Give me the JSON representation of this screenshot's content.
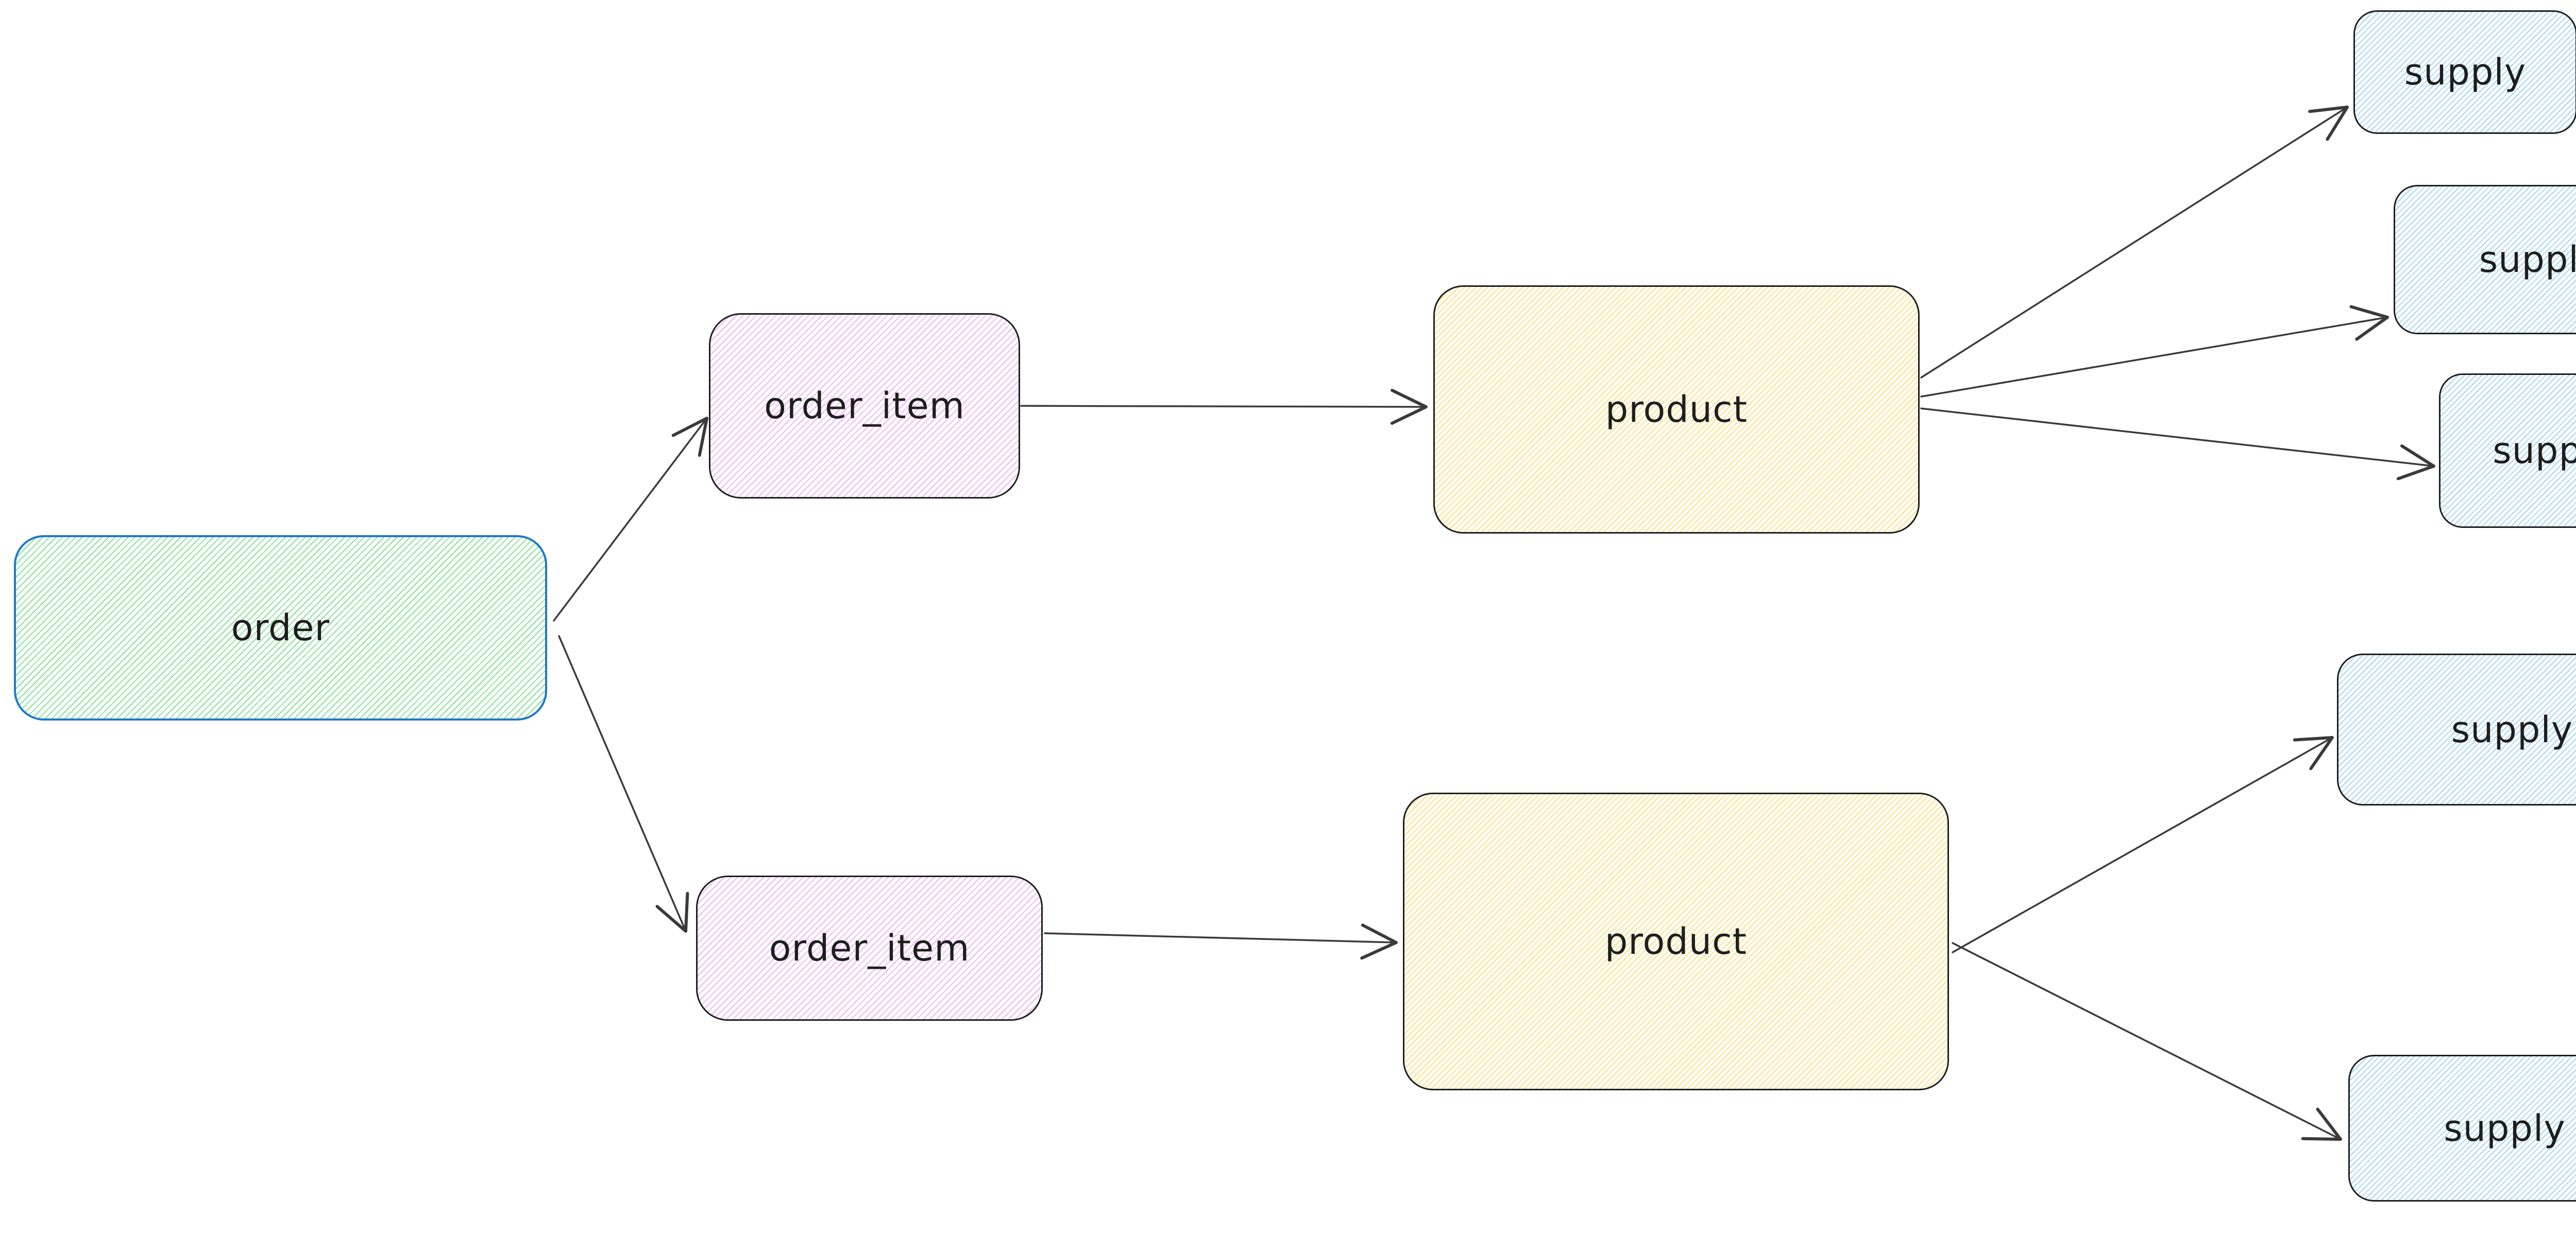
{
  "diagram": {
    "kind": "hand-drawn entity diagram",
    "background": "#ffffff",
    "colors": {
      "order_border": "#1f78cb",
      "default_border": "#1e1e1e",
      "arrow": "#3a3a3a",
      "label_text": "#1e1e1e",
      "hatch_green": "#86e298",
      "hatch_violet": "#efb3f6",
      "hatch_yellow": "#ffdf7d",
      "hatch_blue": "#a4d6f8"
    },
    "nodes": [
      {
        "id": "order",
        "label": "order",
        "fill": "green-hachure",
        "border": "#1f78cb"
      },
      {
        "id": "order_item_1",
        "label": "order_item",
        "fill": "violet-hachure",
        "border": "#1e1e1e"
      },
      {
        "id": "order_item_2",
        "label": "order_item",
        "fill": "violet-hachure",
        "border": "#1e1e1e"
      },
      {
        "id": "product_1",
        "label": "product",
        "fill": "yellow-hachure",
        "border": "#1e1e1e"
      },
      {
        "id": "product_2",
        "label": "product",
        "fill": "yellow-hachure",
        "border": "#1e1e1e"
      },
      {
        "id": "supply_1",
        "label": "supply",
        "fill": "blue-hachure",
        "border": "#1e1e1e"
      },
      {
        "id": "supply_2",
        "label": "supply",
        "fill": "blue-hachure",
        "border": "#1e1e1e"
      },
      {
        "id": "supply_3",
        "label": "supply",
        "fill": "blue-hachure",
        "border": "#1e1e1e"
      },
      {
        "id": "supply_4",
        "label": "supply",
        "fill": "blue-hachure",
        "border": "#1e1e1e"
      },
      {
        "id": "supply_5",
        "label": "supply",
        "fill": "blue-hachure",
        "border": "#1e1e1e"
      }
    ],
    "edges": [
      {
        "from": "order",
        "to": "order_item_1"
      },
      {
        "from": "order",
        "to": "order_item_2"
      },
      {
        "from": "order_item_1",
        "to": "product_1"
      },
      {
        "from": "order_item_2",
        "to": "product_2"
      },
      {
        "from": "product_1",
        "to": "supply_1"
      },
      {
        "from": "product_1",
        "to": "supply_2"
      },
      {
        "from": "product_1",
        "to": "supply_3"
      },
      {
        "from": "product_2",
        "to": "supply_4"
      },
      {
        "from": "product_2",
        "to": "supply_5"
      }
    ]
  }
}
